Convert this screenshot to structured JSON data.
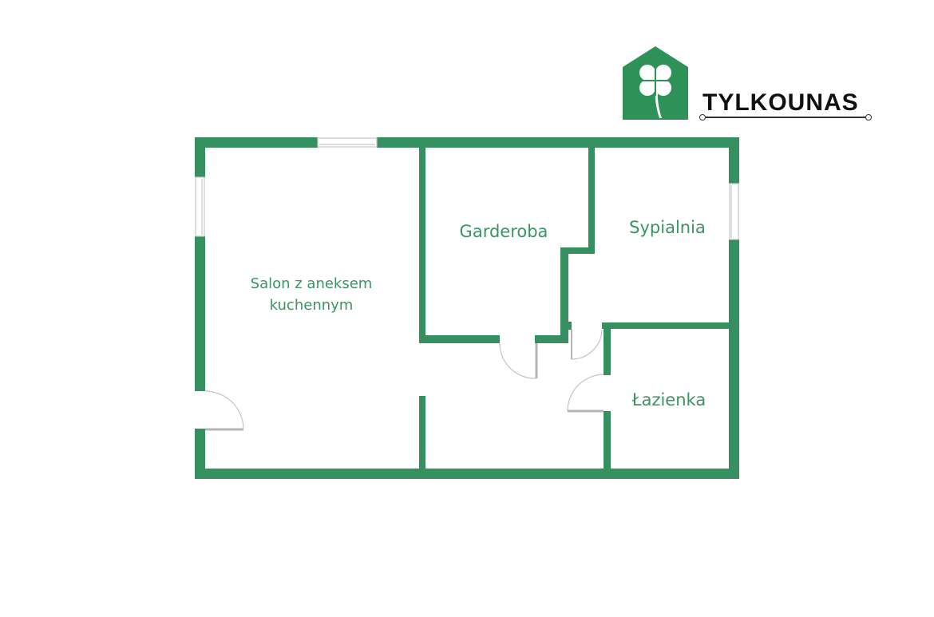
{
  "logo": {
    "brand_text": "TYLKOUNAS",
    "icon": "house-clover-icon",
    "color": "#2e9157"
  },
  "floor_plan": {
    "wall_color": "#358f5f",
    "rooms": [
      {
        "id": "salon",
        "label_line1": "Salon z aneksem",
        "label_line2": "kuchennym"
      },
      {
        "id": "garderoba",
        "label": "Garderoba"
      },
      {
        "id": "sypialnia",
        "label": "Sypialnia"
      },
      {
        "id": "lazienka",
        "label": "Łazienka"
      }
    ]
  }
}
